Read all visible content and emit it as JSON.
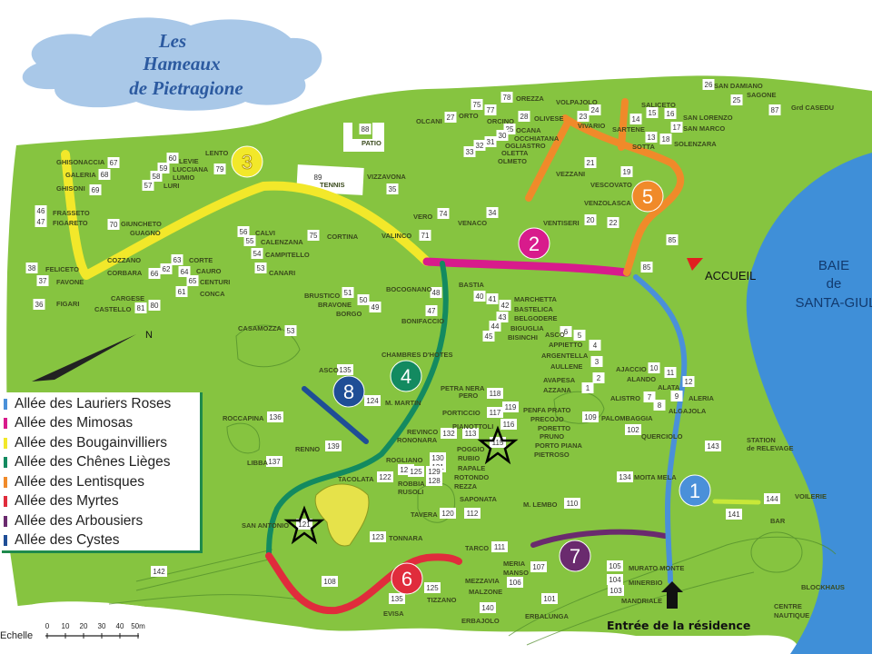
{
  "title": {
    "line1": "Les",
    "line2": "Hameaux",
    "line3": "de Pietragione"
  },
  "legend": [
    {
      "label": "Allée des Lauriers Roses",
      "number": "1",
      "color": "#4a90d9"
    },
    {
      "label": "Allée des Mimosas",
      "number": "2",
      "color": "#d81b8c"
    },
    {
      "label": "Allée des Bougainvilliers",
      "number": "3",
      "color": "#f2e82a"
    },
    {
      "label": "Allée des Chênes Lièges",
      "number": "4",
      "color": "#138a60"
    },
    {
      "label": "Allée des Lentisques",
      "number": "5",
      "color": "#f08a2a"
    },
    {
      "label": "Allée des Myrtes",
      "number": "6",
      "color": "#e02c3c"
    },
    {
      "label": "Allée des Arbousiers",
      "number": "7",
      "color": "#6a2a6e"
    },
    {
      "label": "Allée des Cystes",
      "number": "8",
      "color": "#1f4e96"
    }
  ],
  "colors": {
    "land": "#86c440",
    "sea": "#3f8fd8",
    "cloud": "#a9c8e8"
  },
  "accueil": "ACCUEIL",
  "bay": {
    "line1": "BAIE",
    "line2": "de",
    "line3": "SANTA-GIUL"
  },
  "entrance": "Entrée de la résidence",
  "compass": "N",
  "scale": {
    "label": "Echelle",
    "ticks": [
      "0",
      "10",
      "20",
      "30",
      "40",
      "50m"
    ]
  },
  "places": [
    "GHISONACCIA",
    "GALERIA",
    "GHISONI",
    "FRASSETO",
    "FIGARETO",
    "GIUNCHETO",
    "GUAGNO",
    "LEVIE",
    "LUCCIANA",
    "LUMIO",
    "LURI",
    "LENTO",
    "FELICETO",
    "FAVONE",
    "FIGARI",
    "COZZANO",
    "CORBARA",
    "CORTE",
    "CAURO",
    "CENTURI",
    "CONCA",
    "CARGESE",
    "CASTELLO",
    "CALVI",
    "CALENZANA",
    "CAMPITELLO",
    "CANARI",
    "CORTINA",
    "VALINCO",
    "VIZZAVONA",
    "TENNIS",
    "PATIO",
    "VERO",
    "ORTO",
    "OLCANI",
    "OREZZA",
    "VOLPAJOLO",
    "OLIVESE",
    "ORCINO",
    "OCANA",
    "OCCHIATANA",
    "OGLIASTRO",
    "OLETTA",
    "OLMETO",
    "VIVARIO",
    "VEZZANI",
    "VESCOVATO",
    "VENZOLASCA",
    "VENTISERI",
    "VENACO",
    "SALICETO",
    "SARTENE",
    "SOTTA",
    "SAN LORENZO",
    "SAN MARCO",
    "SOLENZARA",
    "SAN DAMIANO",
    "SAGONE",
    "Grd CASEDU",
    "BRUSTICO",
    "BRAVONE",
    "BORGO",
    "BOCOGNANO",
    "BONIFACCIO",
    "CASAMOZZA",
    "CHAMBRES D'HOTES",
    "ASCO",
    "M. MARTIN",
    "ROCCAPINA",
    "RENNO",
    "LIBBA",
    "BASTIA",
    "MARCHETTA",
    "BASTELICA",
    "BELGODERE",
    "BIGUGLIA",
    "BISINCHI",
    "ASCO",
    "APPIETTO",
    "ARGENTELLA",
    "AULLENE",
    "AVAPESA",
    "AZZANA",
    "PETRA NERA",
    "PERO",
    "PORTICCIO",
    "PENFA PRATO",
    "PRECOJO",
    "PIANOTTOLI",
    "PORETTO",
    "PRUNO",
    "POGGIO",
    "PORTO PIANA",
    "PIETROSO",
    "REVINCO",
    "RONONARA",
    "ROGLIANO",
    "RUBIO",
    "RAPALE",
    "ROTONDO",
    "REZZA",
    "AJACCIO",
    "ALANDO",
    "ALATA",
    "ALISTRO",
    "ALERIA",
    "ALGAJOLA",
    "PALOMBAGGIA",
    "QUERCIOLO",
    "MOITA MELA",
    "M. LEMBO",
    "SAPONATA",
    "TAVERA",
    "TACOLATA",
    "ROBBIA",
    "RUSOLI",
    "SAN ANTONIO",
    "TONNARA",
    "TARCO",
    "MERIA",
    "MANSO",
    "MEZZAVIA",
    "MALZONE",
    "ERBAJOLO",
    "ERBALUNGA",
    "MURATO MONTE",
    "MINERBIO",
    "MANDRIALE",
    "EVISA",
    "TIZZANO",
    "STATION",
    "de RELEVAGE",
    "VOILERIE",
    "BAR",
    "BLOCKHAUS",
    "CENTRE",
    "NAUTIQUE"
  ],
  "buildings": [
    "67",
    "68",
    "69",
    "46",
    "47",
    "70",
    "38",
    "37",
    "36",
    "60",
    "59",
    "58",
    "57",
    "79",
    "66",
    "62",
    "63",
    "64",
    "65",
    "61",
    "81",
    "80",
    "56",
    "55",
    "54",
    "53",
    "75",
    "89",
    "88",
    "35",
    "71",
    "74",
    "34",
    "78",
    "75",
    "77",
    "27",
    "28",
    "25",
    "30",
    "31",
    "32",
    "33",
    "23",
    "24",
    "21",
    "19",
    "20",
    "22",
    "14",
    "15",
    "16",
    "17",
    "13",
    "18",
    "26",
    "25",
    "87",
    "85",
    "85",
    "51",
    "50",
    "49",
    "48",
    "47",
    "53",
    "135",
    "124",
    "136",
    "139",
    "137",
    "40",
    "41",
    "42",
    "43",
    "44",
    "45",
    "6",
    "5",
    "4",
    "3",
    "2",
    "1",
    "118",
    "117",
    "119",
    "116",
    "115",
    "113",
    "132",
    "130",
    "131",
    "127",
    "125",
    "129",
    "128",
    "122",
    "10",
    "11",
    "12",
    "9",
    "7",
    "8",
    "109",
    "102",
    "134",
    "143",
    "110",
    "112",
    "120",
    "123",
    "121",
    "142",
    "108",
    "135",
    "125",
    "111",
    "107",
    "106",
    "105",
    "104",
    "103",
    "101",
    "140",
    "144",
    "141"
  ]
}
